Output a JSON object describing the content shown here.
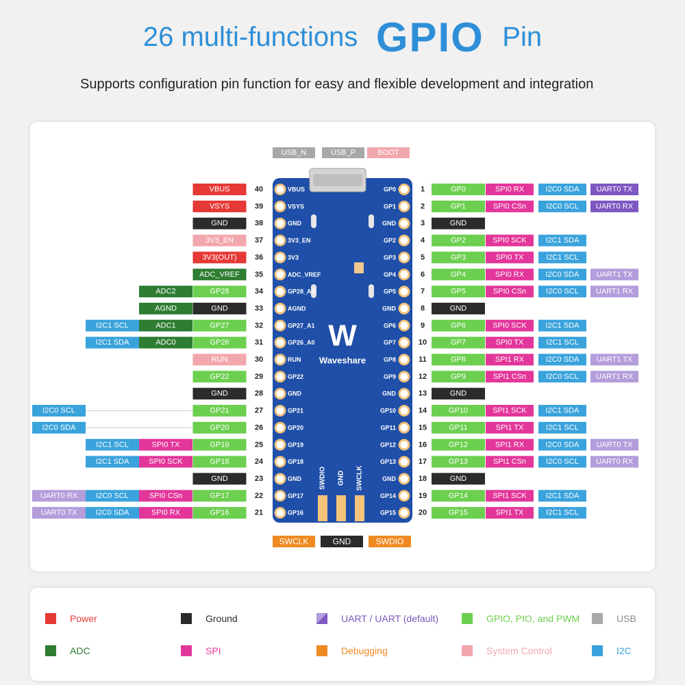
{
  "header": {
    "title_part1": "26 multi-functions",
    "title_part2": "GPIO",
    "title_part3": "Pin",
    "subtitle": "Supports configuration pin function for easy and flexible development and integration"
  },
  "colors": {
    "Power": "#e53935",
    "Ground": "#2b2b2b",
    "UART": "#7e57c2",
    "UARTdef": "#b39ddb",
    "GPIO": "#6ccf4f",
    "USB": "#a8a8a8",
    "ADC": "#2e7d32",
    "SPI": "#e3369a",
    "Debug": "#ef8a22",
    "SysCtl": "#f2a7ad",
    "I2C": "#3aa3dc",
    "board": "#1f4fa8",
    "title": "#2e8fd8"
  },
  "board": {
    "brand": "Waveshare",
    "logo": "W",
    "bottom_labels": [
      "SWDIO",
      "GND",
      "SWCLK"
    ]
  },
  "top_pins": [
    {
      "text": "USB_N",
      "type": "USB"
    },
    {
      "text": "USB_P",
      "type": "USB"
    },
    {
      "text": "BOOT",
      "type": "SysCtl"
    }
  ],
  "bottom_pins": [
    {
      "text": "SWCLK",
      "type": "Debug"
    },
    {
      "text": "GND",
      "type": "Ground"
    },
    {
      "text": "SWDIO",
      "type": "Debug"
    }
  ],
  "left_pins": [
    {
      "num": "40",
      "board": "VBUS",
      "labels": [
        {
          "text": "VBUS",
          "type": "Power"
        }
      ]
    },
    {
      "num": "39",
      "board": "VSYS",
      "labels": [
        {
          "text": "VSYS",
          "type": "Power"
        }
      ]
    },
    {
      "num": "38",
      "board": "GND",
      "labels": [
        {
          "text": "GND",
          "type": "Ground"
        }
      ]
    },
    {
      "num": "37",
      "board": "3V3_EN",
      "labels": [
        {
          "text": "3V3_EN",
          "type": "SysCtl"
        }
      ]
    },
    {
      "num": "36",
      "board": "3V3",
      "labels": [
        {
          "text": "3V3(OUT)",
          "type": "Power"
        }
      ]
    },
    {
      "num": "35",
      "board": "ADC_VREF",
      "labels": [
        {
          "text": "ADC_VREF",
          "type": "ADC"
        }
      ]
    },
    {
      "num": "34",
      "board": "GP28_A2",
      "labels": [
        {
          "text": "GP28",
          "type": "GPIO"
        },
        {
          "text": "ADC2",
          "type": "ADC"
        }
      ]
    },
    {
      "num": "33",
      "board": "AGND",
      "labels": [
        {
          "text": "GND",
          "type": "Ground"
        },
        {
          "text": "AGND",
          "type": "ADC"
        }
      ]
    },
    {
      "num": "32",
      "board": "GP27_A1",
      "labels": [
        {
          "text": "GP27",
          "type": "GPIO"
        },
        {
          "text": "ADC1",
          "type": "ADC"
        },
        {
          "text": "I2C1 SCL",
          "type": "I2C"
        }
      ]
    },
    {
      "num": "31",
      "board": "GP26_A0",
      "labels": [
        {
          "text": "GP26",
          "type": "GPIO"
        },
        {
          "text": "ADC0",
          "type": "ADC"
        },
        {
          "text": "I2C1 SDA",
          "type": "I2C"
        }
      ]
    },
    {
      "num": "30",
      "board": "RUN",
      "labels": [
        {
          "text": "RUN",
          "type": "SysCtl"
        }
      ]
    },
    {
      "num": "29",
      "board": "GP22",
      "labels": [
        {
          "text": "GP22",
          "type": "GPIO"
        }
      ]
    },
    {
      "num": "28",
      "board": "GND",
      "labels": [
        {
          "text": "GND",
          "type": "Ground"
        }
      ]
    },
    {
      "num": "27",
      "board": "GP21",
      "labels": [
        {
          "text": "GP21",
          "type": "GPIO"
        },
        {
          "text": "I2C0 SCL",
          "type": "I2C",
          "far": true
        }
      ]
    },
    {
      "num": "26",
      "board": "GP20",
      "labels": [
        {
          "text": "GP20",
          "type": "GPIO"
        },
        {
          "text": "I2C0 SDA",
          "type": "I2C",
          "far": true
        }
      ]
    },
    {
      "num": "25",
      "board": "GP19",
      "labels": [
        {
          "text": "GP19",
          "type": "GPIO"
        },
        {
          "text": "SPI0 TX",
          "type": "SPI"
        },
        {
          "text": "I2C1 SCL",
          "type": "I2C"
        }
      ]
    },
    {
      "num": "24",
      "board": "GP18",
      "labels": [
        {
          "text": "GP18",
          "type": "GPIO"
        },
        {
          "text": "SPI0 SCK",
          "type": "SPI"
        },
        {
          "text": "I2C1 SDA",
          "type": "I2C"
        }
      ]
    },
    {
      "num": "23",
      "board": "GND",
      "labels": [
        {
          "text": "GND",
          "type": "Ground"
        }
      ]
    },
    {
      "num": "22",
      "board": "GP17",
      "labels": [
        {
          "text": "GP17",
          "type": "GPIO"
        },
        {
          "text": "SPI0 CSn",
          "type": "SPI"
        },
        {
          "text": "I2C0 SCL",
          "type": "I2C"
        },
        {
          "text": "UART0 RX",
          "type": "UARTdef"
        }
      ]
    },
    {
      "num": "21",
      "board": "GP16",
      "labels": [
        {
          "text": "GP16",
          "type": "GPIO"
        },
        {
          "text": "SPI0 RX",
          "type": "SPI"
        },
        {
          "text": "I2C0 SDA",
          "type": "I2C"
        },
        {
          "text": "UART0 TX",
          "type": "UARTdef"
        }
      ]
    }
  ],
  "right_pins": [
    {
      "num": "1",
      "board": "GP0",
      "labels": [
        {
          "text": "GP0",
          "type": "GPIO"
        },
        {
          "text": "SPI0 RX",
          "type": "SPI"
        },
        {
          "text": "I2C0 SDA",
          "type": "I2C"
        },
        {
          "text": "UART0 TX",
          "type": "UART"
        }
      ]
    },
    {
      "num": "2",
      "board": "GP1",
      "labels": [
        {
          "text": "GP1",
          "type": "GPIO"
        },
        {
          "text": "SPI0 CSn",
          "type": "SPI"
        },
        {
          "text": "I2C0 SCL",
          "type": "I2C"
        },
        {
          "text": "UART0 RX",
          "type": "UART"
        }
      ]
    },
    {
      "num": "3",
      "board": "GND",
      "labels": [
        {
          "text": "GND",
          "type": "Ground"
        }
      ]
    },
    {
      "num": "4",
      "board": "GP2",
      "labels": [
        {
          "text": "GP2",
          "type": "GPIO"
        },
        {
          "text": "SPI0 SCK",
          "type": "SPI"
        },
        {
          "text": "I2C1 SDA",
          "type": "I2C"
        }
      ]
    },
    {
      "num": "5",
      "board": "GP3",
      "labels": [
        {
          "text": "GP3",
          "type": "GPIO"
        },
        {
          "text": "SPI0 TX",
          "type": "SPI"
        },
        {
          "text": "I2C1 SCL",
          "type": "I2C"
        }
      ]
    },
    {
      "num": "6",
      "board": "GP4",
      "labels": [
        {
          "text": "GP4",
          "type": "GPIO"
        },
        {
          "text": "SPI0 RX",
          "type": "SPI"
        },
        {
          "text": "I2C0 SDA",
          "type": "I2C"
        },
        {
          "text": "UART1 TX",
          "type": "UARTdef"
        }
      ]
    },
    {
      "num": "7",
      "board": "GP5",
      "labels": [
        {
          "text": "GP5",
          "type": "GPIO"
        },
        {
          "text": "SPI0 CSn",
          "type": "SPI"
        },
        {
          "text": "I2C0 SCL",
          "type": "I2C"
        },
        {
          "text": "UART1 RX",
          "type": "UARTdef"
        }
      ]
    },
    {
      "num": "8",
      "board": "GND",
      "labels": [
        {
          "text": "GND",
          "type": "Ground"
        }
      ]
    },
    {
      "num": "9",
      "board": "GP6",
      "labels": [
        {
          "text": "GP6",
          "type": "GPIO"
        },
        {
          "text": "SPI0 SCK",
          "type": "SPI"
        },
        {
          "text": "I2C1 SDA",
          "type": "I2C"
        }
      ]
    },
    {
      "num": "10",
      "board": "GP7",
      "labels": [
        {
          "text": "GP7",
          "type": "GPIO"
        },
        {
          "text": "SPI0 TX",
          "type": "SPI"
        },
        {
          "text": "I2C1 SCL",
          "type": "I2C"
        }
      ]
    },
    {
      "num": "11",
      "board": "GP8",
      "labels": [
        {
          "text": "GP8",
          "type": "GPIO"
        },
        {
          "text": "SPI1 RX",
          "type": "SPI"
        },
        {
          "text": "I2C0 SDA",
          "type": "I2C"
        },
        {
          "text": "UART1 TX",
          "type": "UARTdef"
        }
      ]
    },
    {
      "num": "12",
      "board": "GP9",
      "labels": [
        {
          "text": "GP9",
          "type": "GPIO"
        },
        {
          "text": "SPI1 CSn",
          "type": "SPI"
        },
        {
          "text": "I2C0 SCL",
          "type": "I2C"
        },
        {
          "text": "UART1 RX",
          "type": "UARTdef"
        }
      ]
    },
    {
      "num": "13",
      "board": "GND",
      "labels": [
        {
          "text": "GND",
          "type": "Ground"
        }
      ]
    },
    {
      "num": "14",
      "board": "GP10",
      "labels": [
        {
          "text": "GP10",
          "type": "GPIO"
        },
        {
          "text": "SPI1 SCK",
          "type": "SPI"
        },
        {
          "text": "I2C1 SDA",
          "type": "I2C"
        }
      ]
    },
    {
      "num": "15",
      "board": "GP11",
      "labels": [
        {
          "text": "GP11",
          "type": "GPIO"
        },
        {
          "text": "SPI1 TX",
          "type": "SPI"
        },
        {
          "text": "I2C1 SCL",
          "type": "I2C"
        }
      ]
    },
    {
      "num": "16",
      "board": "GP12",
      "labels": [
        {
          "text": "GP12",
          "type": "GPIO"
        },
        {
          "text": "SPI1 RX",
          "type": "SPI"
        },
        {
          "text": "I2C0 SDA",
          "type": "I2C"
        },
        {
          "text": "UART0 TX",
          "type": "UARTdef"
        }
      ]
    },
    {
      "num": "17",
      "board": "GP13",
      "labels": [
        {
          "text": "GP13",
          "type": "GPIO"
        },
        {
          "text": "SPI1 CSn",
          "type": "SPI"
        },
        {
          "text": "I2C0 SCL",
          "type": "I2C"
        },
        {
          "text": "UART0 RX",
          "type": "UARTdef"
        }
      ]
    },
    {
      "num": "18",
      "board": "GND",
      "labels": [
        {
          "text": "GND",
          "type": "Ground"
        }
      ]
    },
    {
      "num": "19",
      "board": "GP14",
      "labels": [
        {
          "text": "GP14",
          "type": "GPIO"
        },
        {
          "text": "SPI1 SCK",
          "type": "SPI"
        },
        {
          "text": "I2C1 SDA",
          "type": "I2C"
        }
      ]
    },
    {
      "num": "20",
      "board": "GP15",
      "labels": [
        {
          "text": "GP15",
          "type": "GPIO"
        },
        {
          "text": "SPI1 TX",
          "type": "SPI"
        },
        {
          "text": "I2C1 SCL",
          "type": "I2C"
        }
      ]
    }
  ],
  "legend": {
    "row1": [
      {
        "text": "Power",
        "type": "Power"
      },
      {
        "text": "Ground",
        "type": "Ground"
      },
      {
        "text": "UART / UART (default)",
        "type": "UART"
      },
      {
        "text": "GPIO, PIO, and PWM",
        "type": "GPIO"
      },
      {
        "text": "USB",
        "type": "USB"
      }
    ],
    "row2": [
      {
        "text": "ADC",
        "type": "ADC"
      },
      {
        "text": "SPI",
        "type": "SPI"
      },
      {
        "text": "Debugging",
        "type": "Debug"
      },
      {
        "text": "System Control",
        "type": "SysCtl"
      },
      {
        "text": "I2C",
        "type": "I2C"
      }
    ]
  }
}
